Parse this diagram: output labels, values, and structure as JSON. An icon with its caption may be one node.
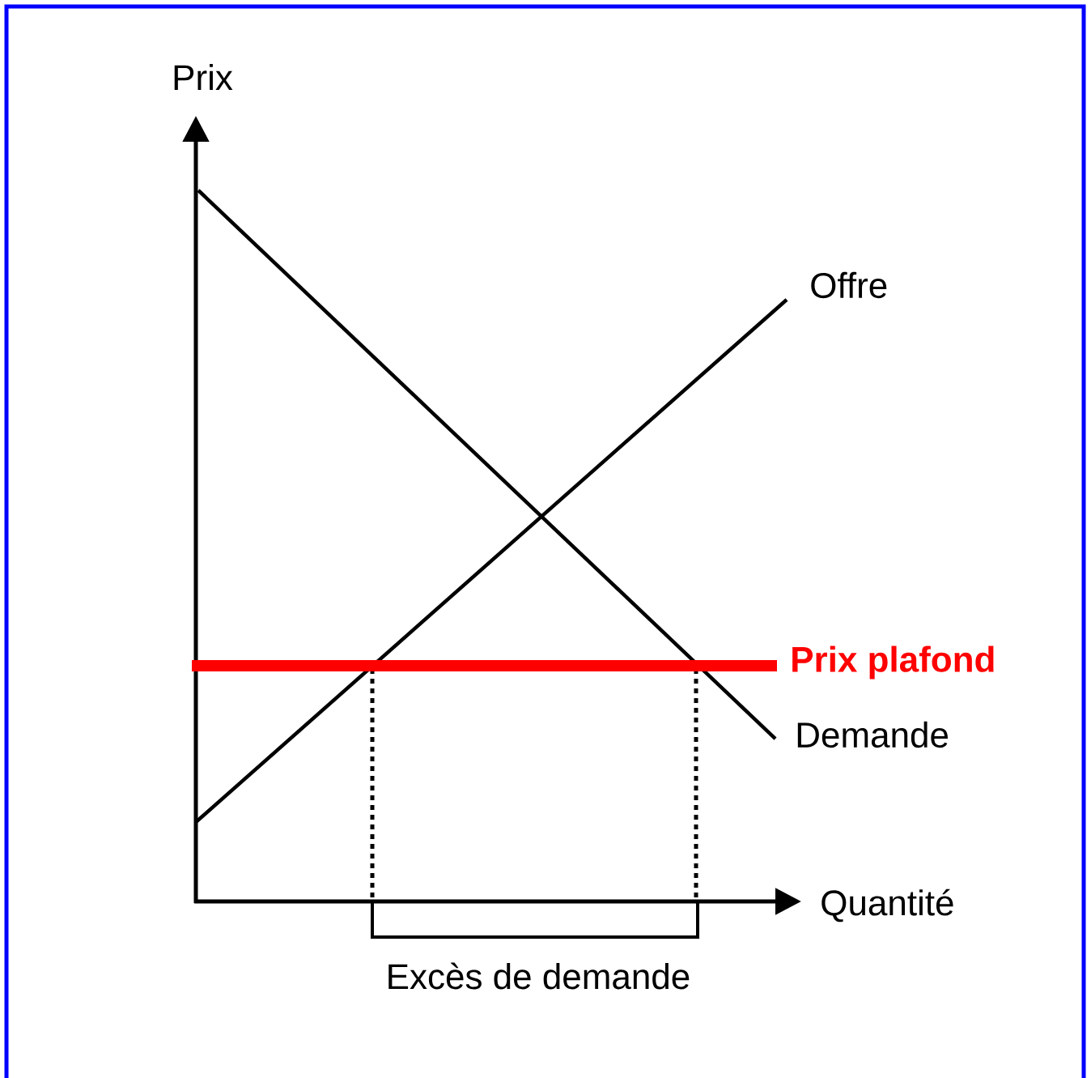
{
  "diagram": {
    "labels": [
      "Prix",
      "Offre",
      "Prix plafond",
      "Demande",
      "Quantité",
      "Excès de demande"
    ]
  }
}
